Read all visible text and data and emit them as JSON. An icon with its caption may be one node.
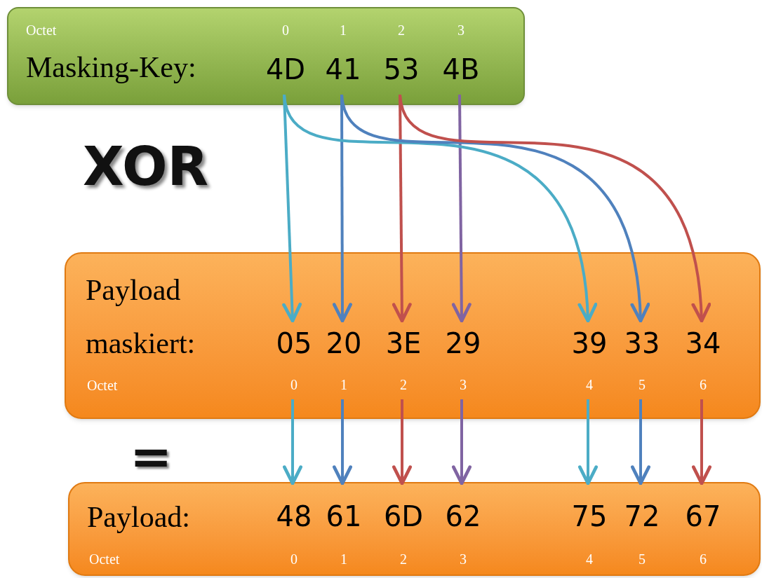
{
  "diagram": {
    "nodes": [
      {
        "text": [
          "Octet",
          "Masking-Key:"
        ]
      },
      {
        "text": [
          "0",
          "4D"
        ],
        "in": 0
      },
      {
        "text": [
          "1",
          "41"
        ],
        "in": 0
      },
      {
        "text": [
          "2",
          "53"
        ],
        "in": 0
      },
      {
        "text": [
          "3",
          "4B"
        ],
        "in": 0
      },
      {
        "text": [
          "Payload maskiert:",
          "Octet"
        ]
      },
      {
        "text": [
          "05",
          "0"
        ],
        "in": 5
      },
      {
        "text": [
          "20",
          "1"
        ],
        "in": 5
      },
      {
        "text": [
          "3E",
          "2"
        ],
        "in": 5
      },
      {
        "text": [
          "29",
          "3"
        ],
        "in": 5
      },
      {
        "text": [
          "39",
          "4"
        ],
        "in": 5
      },
      {
        "text": [
          "33",
          "5"
        ],
        "in": 5
      },
      {
        "text": [
          "34",
          "6"
        ],
        "in": 5
      },
      {
        "text": [
          "Payload:",
          "Octet"
        ]
      },
      {
        "text": [
          "48",
          "0"
        ],
        "in": 13
      },
      {
        "text": [
          "61",
          "1"
        ],
        "in": 13
      },
      {
        "text": [
          "6D",
          "2"
        ],
        "in": 13
      },
      {
        "text": [
          "62",
          "3"
        ],
        "in": 13
      },
      {
        "text": [
          "75",
          "4"
        ],
        "in": 13
      },
      {
        "text": [
          "72",
          "5"
        ],
        "in": 13
      },
      {
        "text": [
          "67",
          "6"
        ],
        "in": 13
      }
    ],
    "edges": [
      {
        "from": 1,
        "to": 6,
        "arrow": "to",
        "color": "#4bacc6"
      },
      {
        "from": 2,
        "to": 7,
        "arrow": "to",
        "color": "#4f81bd"
      },
      {
        "from": 3,
        "to": 8,
        "arrow": "to",
        "color": "#c0504d"
      },
      {
        "from": 4,
        "to": 9,
        "arrow": "to",
        "color": "#8064a2"
      },
      {
        "from": 1,
        "to": 10,
        "arrow": "to",
        "color": "#4bacc6"
      },
      {
        "from": 2,
        "to": 11,
        "arrow": "to",
        "color": "#4f81bd"
      },
      {
        "from": 3,
        "to": 12,
        "arrow": "to",
        "color": "#c0504d"
      },
      {
        "from": 6,
        "to": 14,
        "arrow": "to",
        "color": "#4bacc6"
      },
      {
        "from": 7,
        "to": 15,
        "arrow": "to",
        "color": "#4f81bd"
      },
      {
        "from": 8,
        "to": 16,
        "arrow": "to",
        "color": "#c0504d"
      },
      {
        "from": 9,
        "to": 17,
        "arrow": "to",
        "color": "#8064a2"
      },
      {
        "from": 10,
        "to": 18,
        "arrow": "to",
        "color": "#4bacc6"
      },
      {
        "from": 11,
        "to": 19,
        "arrow": "to",
        "color": "#4f81bd"
      },
      {
        "from": 12,
        "to": 20,
        "arrow": "to",
        "color": "#c0504d"
      }
    ],
    "labels": [
      "XOR",
      "="
    ]
  }
}
